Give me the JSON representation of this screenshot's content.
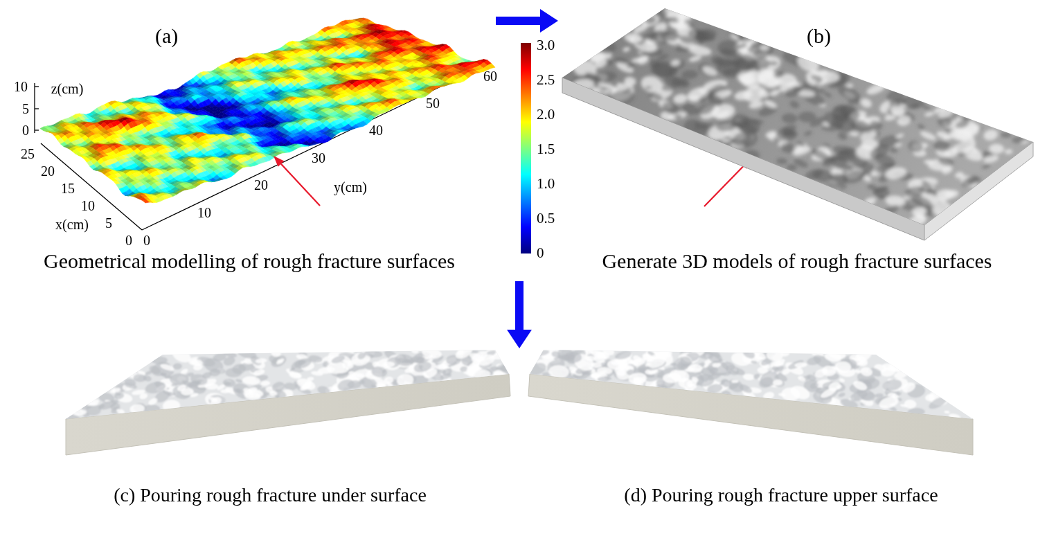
{
  "diagram": {
    "nodes": [
      {
        "text": [
          "(a)",
          "Geometrical modelling of rough fracture surfaces"
        ]
      },
      {
        "text": [
          "(b)",
          "Generate 3D models of rough fracture surfaces"
        ]
      },
      {
        "text": [
          "(c) Pouring rough fracture under surface"
        ]
      },
      {
        "text": [
          "(d) Pouring rough fracture upper surface"
        ]
      }
    ],
    "edges": [
      {
        "from": 0,
        "to": 1,
        "arrow": "to"
      }
    ],
    "labels": [
      "z(cm)",
      "10",
      "5",
      "0",
      "25",
      "20",
      "15",
      "10",
      "5",
      "0",
      "x(cm)",
      "0",
      "10",
      "20",
      "30",
      "40",
      "50",
      "60",
      "y(cm)",
      "3.0",
      "2.5",
      "2.0",
      "1.5",
      "1.0",
      "0.5",
      "0"
    ]
  }
}
